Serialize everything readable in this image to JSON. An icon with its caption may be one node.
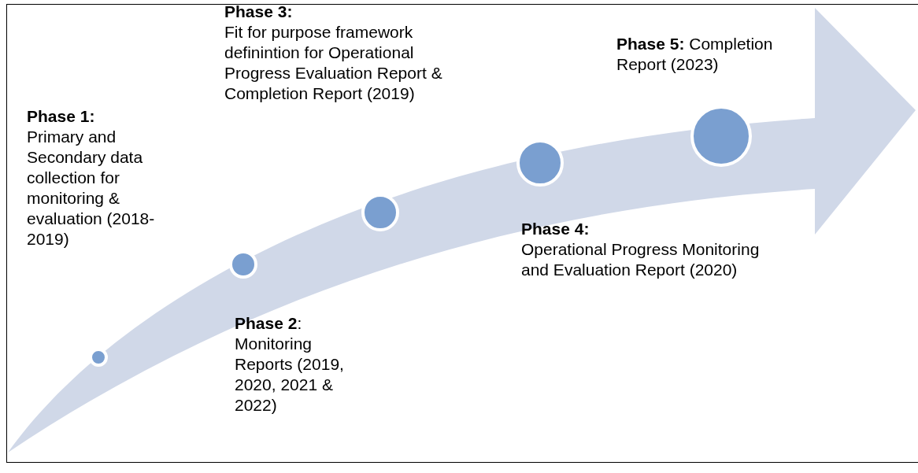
{
  "diagram": {
    "nodes": [
      {
        "text": [],
        "shape": "circle",
        "beside": [
          "**Phase 1:**",
          "Primary and Secondary data collection for monitoring & evaluation (2018-2019)"
        ]
      },
      {
        "text": [],
        "shape": "circle",
        "beside": [
          "**Phase 2**:",
          "Monitoring Reports (2019, 2020, 2021 & 2022)"
        ]
      },
      {
        "text": [],
        "shape": "circle",
        "beside": [
          "**Phase 3:**",
          "Fit for purpose framework definintion for Operational Progress Evaluation Report & Completion Report (2019)"
        ]
      },
      {
        "text": [],
        "shape": "circle",
        "beside": [
          "**Phase 4:**",
          "Operational Progress Monitoring and Evaluation Report (2020)"
        ]
      },
      {
        "text": [],
        "shape": "circle",
        "beside": [
          "**Phase 5:** Completion Report (2023)"
        ]
      }
    ]
  }
}
